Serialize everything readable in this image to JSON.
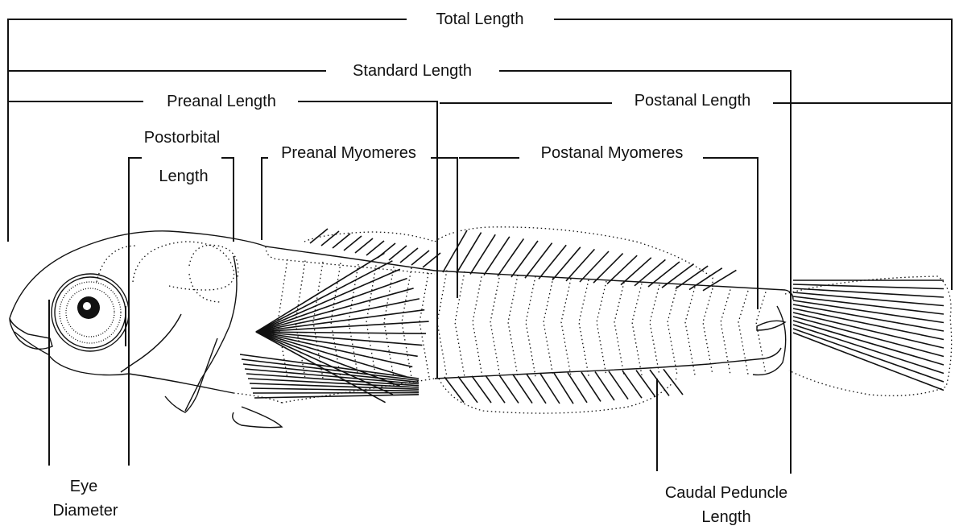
{
  "labels": {
    "total_length": "Total Length",
    "standard_length": "Standard Length",
    "preanal_length": "Preanal Length",
    "postanal_length": "Postanal Length",
    "postorbital_line1": "Postorbital",
    "postorbital_line2": "Length",
    "preanal_myomeres": "Preanal Myomeres",
    "postanal_myomeres": "Postanal Myomeres",
    "eye_line1": "Eye",
    "eye_line2": "Diameter",
    "caudal_line1": "Caudal Peduncle",
    "caudal_line2": "Length"
  },
  "colors": {
    "ink": "#111111",
    "paper": "#ffffff"
  }
}
